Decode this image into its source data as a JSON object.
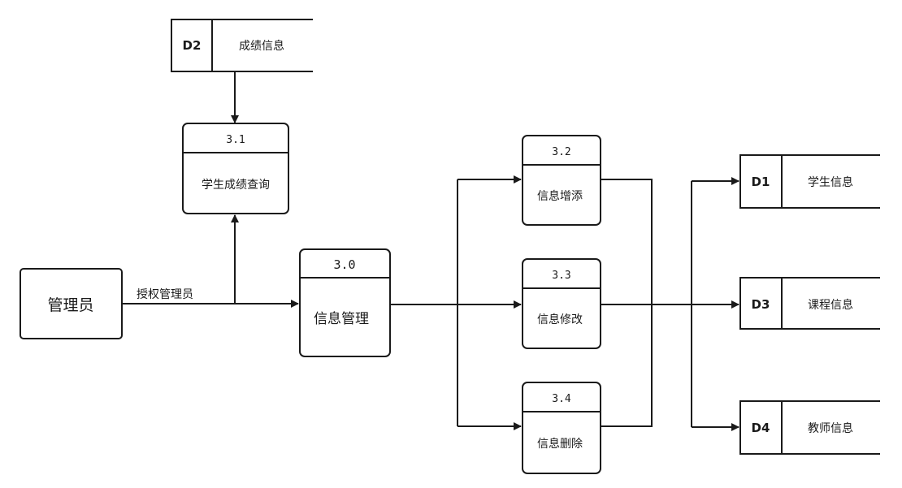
{
  "entity": {
    "label": "管理员"
  },
  "flow_label": "授权管理员",
  "processes": [
    {
      "id": "p30",
      "number": "3.0",
      "label": "信息管理"
    },
    {
      "id": "p31",
      "number": "3.1",
      "label": "学生成绩查询"
    },
    {
      "id": "p32",
      "number": "3.2",
      "label": "信息增添"
    },
    {
      "id": "p33",
      "number": "3.3",
      "label": "信息修改"
    },
    {
      "id": "p34",
      "number": "3.4",
      "label": "信息删除"
    }
  ],
  "stores": [
    {
      "id": "d2",
      "code": "D2",
      "label": "成绩信息"
    },
    {
      "id": "d1",
      "code": "D1",
      "label": "学生信息"
    },
    {
      "id": "d3",
      "code": "D3",
      "label": "课程信息"
    },
    {
      "id": "d4",
      "code": "D4",
      "label": "教师信息"
    }
  ]
}
